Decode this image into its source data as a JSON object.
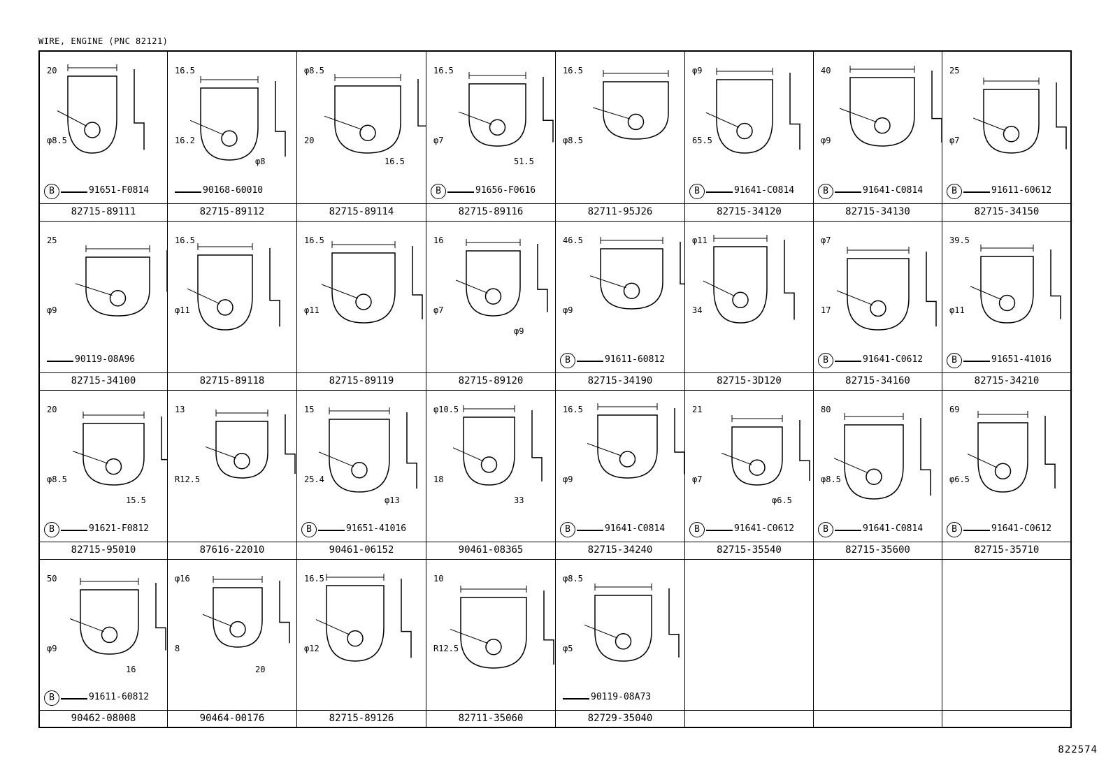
{
  "header": {
    "title": "WIRE, ENGINE (PNC 82121)"
  },
  "footer": {
    "reference": "822574"
  },
  "cells": [
    {
      "part": "82715-89111",
      "callout": "91651-F0814",
      "mark": "B",
      "dims": [
        "20",
        "φ8.5"
      ]
    },
    {
      "part": "82715-89112",
      "callout": "90168-60010",
      "mark": "",
      "dims": [
        "16.5",
        "16.2",
        "φ8"
      ]
    },
    {
      "part": "82715-89114",
      "callout": "",
      "mark": "",
      "dims": [
        "φ8.5",
        "20",
        "16.5"
      ]
    },
    {
      "part": "82715-89116",
      "callout": "91656-F0616",
      "mark": "B",
      "dims": [
        "16.5",
        "φ7",
        "51.5"
      ]
    },
    {
      "part": "82711-95J26",
      "callout": "",
      "mark": "",
      "dims": [
        "16.5",
        "φ8.5"
      ]
    },
    {
      "part": "82715-34120",
      "callout": "91641-C0814",
      "mark": "B",
      "dims": [
        "φ9",
        "65.5"
      ]
    },
    {
      "part": "82715-34130",
      "callout": "91641-C0814",
      "mark": "B",
      "dims": [
        "40",
        "φ9"
      ]
    },
    {
      "part": "82715-34150",
      "callout": "91611-60612",
      "mark": "B",
      "dims": [
        "25",
        "φ7"
      ]
    },
    {
      "part": "82715-34100",
      "callout": "90119-08A96",
      "mark": "",
      "dims": [
        "25",
        "φ9"
      ]
    },
    {
      "part": "82715-89118",
      "callout": "",
      "mark": "",
      "dims": [
        "16.5",
        "φ11"
      ]
    },
    {
      "part": "82715-89119",
      "callout": "",
      "mark": "",
      "dims": [
        "16.5",
        "φ11"
      ]
    },
    {
      "part": "82715-89120",
      "callout": "",
      "mark": "",
      "dims": [
        "16",
        "φ7",
        "φ9"
      ]
    },
    {
      "part": "82715-34190",
      "callout": "91611-60812",
      "mark": "B",
      "dims": [
        "46.5",
        "φ9"
      ]
    },
    {
      "part": "82715-3D120",
      "callout": "",
      "mark": "",
      "dims": [
        "φ11",
        "34"
      ]
    },
    {
      "part": "82715-34160",
      "callout": "91641-C0612",
      "mark": "B",
      "dims": [
        "φ7",
        "17"
      ]
    },
    {
      "part": "82715-34210",
      "callout": "91651-41016",
      "mark": "B",
      "dims": [
        "39.5",
        "φ11"
      ]
    },
    {
      "part": "82715-95010",
      "callout": "91621-F0812",
      "mark": "B",
      "dims": [
        "20",
        "φ8.5",
        "15.5"
      ]
    },
    {
      "part": "87616-22010",
      "callout": "",
      "mark": "",
      "dims": [
        "13",
        "R12.5"
      ]
    },
    {
      "part": "90461-06152",
      "callout": "91651-41016",
      "mark": "B",
      "dims": [
        "15",
        "25.4",
        "φ13"
      ]
    },
    {
      "part": "90461-08365",
      "callout": "",
      "mark": "",
      "dims": [
        "φ10.5",
        "18",
        "33"
      ]
    },
    {
      "part": "82715-34240",
      "callout": "91641-C0814",
      "mark": "B",
      "dims": [
        "16.5",
        "φ9"
      ]
    },
    {
      "part": "82715-35540",
      "callout": "91641-C0612",
      "mark": "B",
      "dims": [
        "21",
        "φ7",
        "φ6.5"
      ]
    },
    {
      "part": "82715-35600",
      "callout": "91641-C0814",
      "mark": "B",
      "dims": [
        "80",
        "φ8.5"
      ]
    },
    {
      "part": "82715-35710",
      "callout": "91641-C0612",
      "mark": "B",
      "dims": [
        "69",
        "φ6.5"
      ]
    },
    {
      "part": "90462-08008",
      "callout": "91611-60812",
      "mark": "B",
      "dims": [
        "50",
        "φ9",
        "16"
      ]
    },
    {
      "part": "90464-00176",
      "callout": "",
      "mark": "",
      "dims": [
        "φ16",
        "8",
        "20"
      ]
    },
    {
      "part": "82715-89126",
      "callout": "",
      "mark": "",
      "dims": [
        "16.5",
        "φ12"
      ]
    },
    {
      "part": "82711-35060",
      "callout": "",
      "mark": "",
      "dims": [
        "10",
        "R12.5"
      ]
    },
    {
      "part": "82729-35040",
      "callout": "90119-08A73",
      "mark": "",
      "dims": [
        "φ8.5",
        "φ5"
      ]
    },
    {
      "part": "",
      "callout": "",
      "mark": "",
      "dims": []
    },
    {
      "part": "",
      "callout": "",
      "mark": "",
      "dims": []
    },
    {
      "part": "",
      "callout": "",
      "mark": "",
      "dims": []
    }
  ]
}
